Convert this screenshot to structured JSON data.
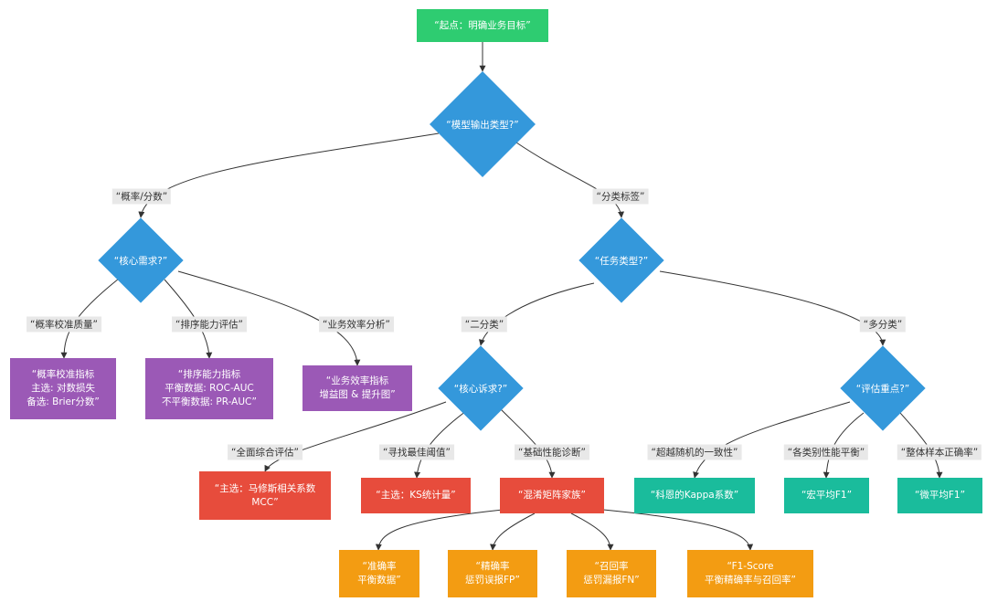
{
  "colors": {
    "start": "#2ecc71",
    "decision": "#3498db",
    "prob": "#9b59b6",
    "binary": "#e74c3c",
    "multi": "#1abc9c",
    "metric": "#f39c12",
    "edge": "#333333"
  },
  "nodes": {
    "start": "“起点：明确业务目标”",
    "model_type": "“模型输出类型?”",
    "core_need": "“核心需求?”",
    "task_type": "“任务类型?”",
    "core_appeal": "“核心诉求?”",
    "eval_focus": "“评估重点?”",
    "calib": [
      "“概率校准指标",
      "主选: 对数损失",
      "备选: Brier分数”"
    ],
    "rank": [
      "“排序能力指标",
      "平衡数据: ROC-AUC",
      "不平衡数据: PR-AUC”"
    ],
    "biz": [
      "“业务效率指标",
      "增益图 & 提升图”"
    ],
    "mcc": [
      "“主选：马修斯相关系数",
      "MCC”"
    ],
    "ks": "“主选：KS统计量”",
    "confusion": "“混淆矩阵家族”",
    "kappa": "“科恩的Kappa系数”",
    "macro": "“宏平均F1”",
    "micro": "“微平均F1”",
    "acc": [
      "“准确率",
      "平衡数据”"
    ],
    "prec": [
      "“精确率",
      "惩罚误报FP”"
    ],
    "recall": [
      "“召回率",
      "惩罚漏报FN”"
    ],
    "f1": [
      "“F1-Score",
      "平衡精确率与召回率”"
    ]
  },
  "edge_labels": {
    "prob_score": "“概率/分数”",
    "class_label": "“分类标签”",
    "calib_quality": "“概率校准质量”",
    "rank_eval": "“排序能力评估”",
    "biz_eff": "“业务效率分析”",
    "binary": "“二分类”",
    "multi": "“多分类”",
    "overall": "“全面综合评估”",
    "threshold": "“寻找最佳阈值”",
    "basic": "“基础性能诊断”",
    "beyond_random": "“超越随机的一致性”",
    "per_class": "“各类别性能平衡”",
    "overall_acc": "“整体样本正确率”"
  }
}
